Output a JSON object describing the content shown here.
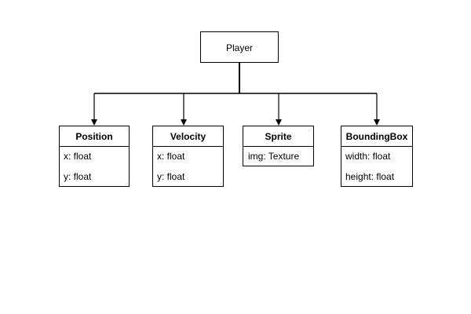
{
  "root": {
    "label": "Player"
  },
  "components": [
    {
      "title": "Position",
      "fields": [
        "x: float",
        "y: float"
      ]
    },
    {
      "title": "Velocity",
      "fields": [
        "x: float",
        "y: float"
      ]
    },
    {
      "title": "Sprite",
      "fields": [
        "img: Texture"
      ]
    },
    {
      "title": "BoundingBox",
      "fields": [
        "width: float",
        "height: float"
      ]
    }
  ],
  "colors": {
    "stroke": "#000000",
    "fill": "#ffffff",
    "text": "#000000"
  }
}
